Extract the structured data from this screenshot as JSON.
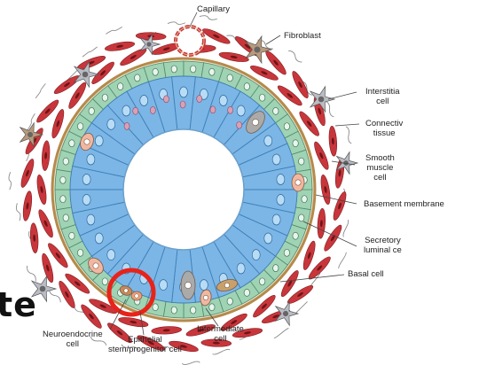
{
  "labels": {
    "capillary": "Capillary",
    "fibroblast": "Fibroblast",
    "interstitial_1": "Interstitia",
    "interstitial_2": "cell",
    "connective_1": "Connectiv",
    "connective_2": "tissue",
    "smooth_1": "Smooth",
    "smooth_2": "muscle",
    "smooth_3": "cell",
    "basement": "Basement membrane",
    "secretory_1": "Secretory",
    "secretory_2": "luminal ce",
    "basal": "Basal cell",
    "neuro_1": "Neuroendocrine",
    "neuro_2": "cell",
    "epithelial_1": "Epithelial",
    "epithelial_2": "stem/progenitor cell",
    "intermediate_1": "Intermediate",
    "intermediate_2": "cell"
  },
  "overlay_text": "te",
  "colors": {
    "luminal": "#7cb6e6",
    "basal": "#9fd3b4",
    "smooth_muscle": "#c8363b",
    "membrane": "#b58a4c",
    "highlight": "#e8231a",
    "neuroendocrine": "#f2b7a0",
    "intermediate": "#aaaaaa"
  }
}
